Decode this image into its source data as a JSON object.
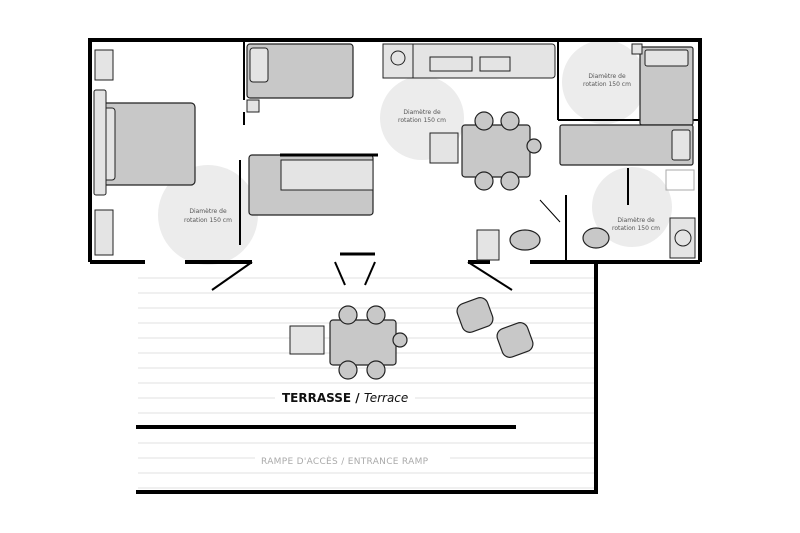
{
  "rotation_label_line1": "Diamètre de",
  "rotation_label_line2": "rotation 150 cm",
  "terrace": {
    "label_fr": "TERRASSE",
    "separator": " / ",
    "label_en": "Terrace"
  },
  "ramp": {
    "label": "RAMPE D'ACCÈS / ENTRANCE RAMP"
  },
  "colors": {
    "wall": "#000000",
    "furniture": "#c8c8c8",
    "rotation_circle": "#ececec",
    "plank": "#e6e6e6"
  }
}
